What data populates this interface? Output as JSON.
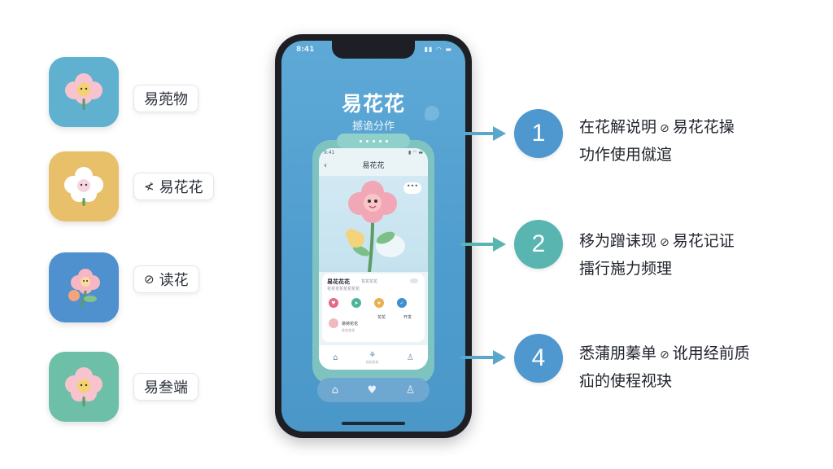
{
  "colors": {
    "phone_screen": "#5ea9d6",
    "accent_blue": "#4f97cf",
    "accent_teal": "#58b5b0",
    "arrow": "#5aa7cc",
    "icon_yellow": "#e9c06a",
    "icon_teal": "#6ebfa8"
  },
  "apps": [
    {
      "label": "易蔸物",
      "icon": "flower-icon",
      "bg": "#5fb1cf",
      "prefix": ""
    },
    {
      "label": "易花花",
      "icon": "flower-icon",
      "bg": "#e9c06a",
      "prefix": "≮"
    },
    {
      "label": "读花",
      "icon": "flower-icon",
      "bg": "#4f90cf",
      "prefix": "⊘"
    },
    {
      "label": "易叁端",
      "icon": "flower-icon",
      "bg": "#6ebfa8",
      "prefix": ""
    }
  ],
  "phone": {
    "status_time": "8:41",
    "status_icons": "▮▮ ◠ ▬",
    "title": "易花花",
    "subtitle": "撼诡分作",
    "inner": {
      "header": "易花花",
      "back": "‹",
      "status_time": "9:41",
      "status_icons": "▮ ◠ ▬",
      "chat": "•••",
      "card_title": "易花花花",
      "card_tag": "花花花花",
      "card_sub": "花花花花花花花花",
      "row_name": "易荷花花",
      "row_sub": "花花花花",
      "small_labels": [
        "花花",
        "开发"
      ],
      "nav_small": "花花花花"
    }
  },
  "steps": [
    {
      "number": "1",
      "color": "#4f97cf",
      "line1": "在花解说明",
      "icon": "⊘",
      "line1_tail": "易花花操",
      "line2": "功作使用僦逭"
    },
    {
      "number": "2",
      "color": "#58b5b0",
      "line1": "移为蹭诔现",
      "icon": "⊘",
      "line1_tail": "易花记证",
      "line2": "擂行崺力频理"
    },
    {
      "number": "4",
      "color": "#4f97cf",
      "line1": "悉蒲朋蓁单",
      "icon": "⊘",
      "line1_tail": "讹用经前质",
      "line2": "疝的使程视玦"
    }
  ]
}
